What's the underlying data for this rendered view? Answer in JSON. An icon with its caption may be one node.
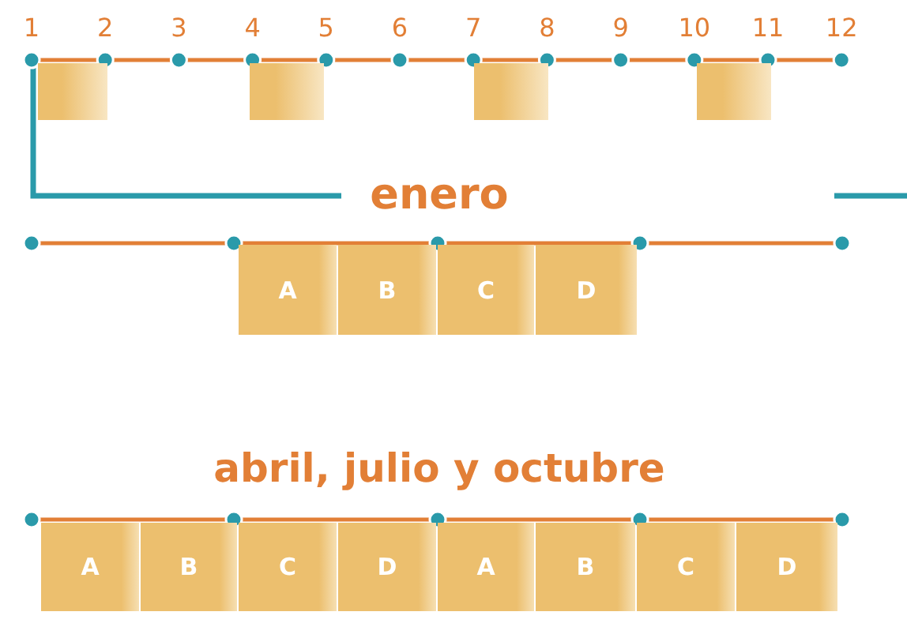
{
  "diagram": {
    "nodes": [
      {
        "text": [],
        "shape": "box"
      },
      {
        "text": [],
        "shape": "box"
      },
      {
        "text": [],
        "shape": "box"
      },
      {
        "text": [],
        "shape": "box"
      },
      {
        "text": [
          "A"
        ]
      },
      {
        "text": [
          "B"
        ]
      },
      {
        "text": [
          "C"
        ]
      },
      {
        "text": [
          "D"
        ]
      },
      {
        "text": [
          "A"
        ]
      },
      {
        "text": [
          "B"
        ]
      },
      {
        "text": [
          "C"
        ]
      },
      {
        "text": [
          "D"
        ]
      },
      {
        "text": [
          "A"
        ]
      },
      {
        "text": [
          "B"
        ]
      },
      {
        "text": [
          "C"
        ]
      },
      {
        "text": [
          "D"
        ]
      }
    ],
    "labels": [
      "1",
      "2",
      "3",
      "4",
      "5",
      "6",
      "7",
      "8",
      "9",
      "10",
      "11",
      "12",
      "enero",
      "abril, julio y octubre"
    ]
  }
}
